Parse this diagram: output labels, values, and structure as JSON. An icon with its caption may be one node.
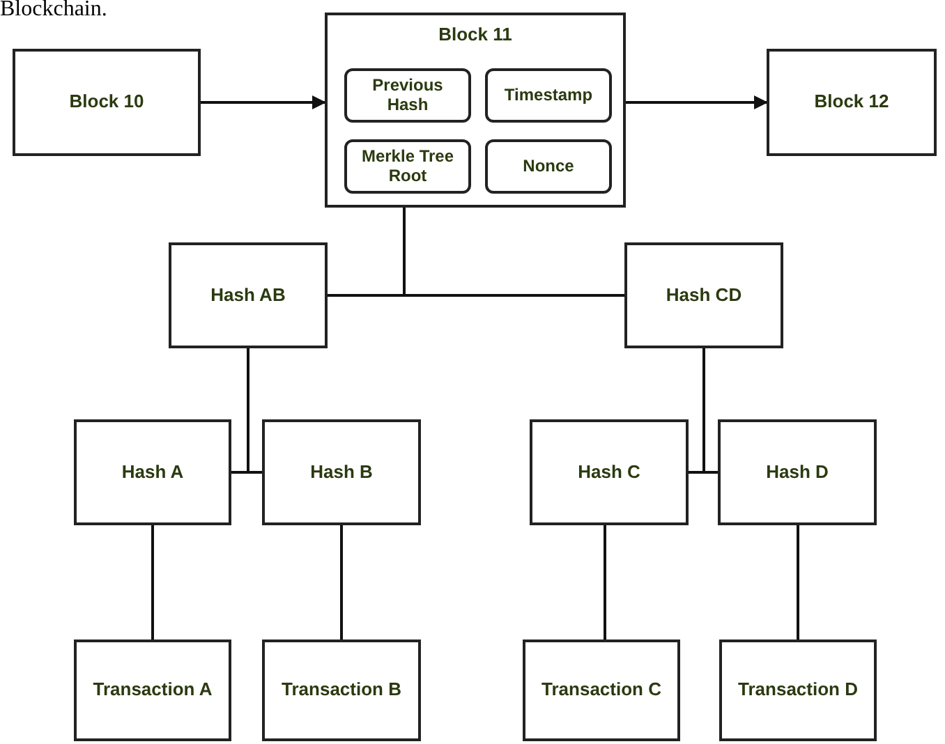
{
  "diagram": {
    "nodes": [
      {
        "text": [
          "Block 10"
        ]
      },
      {
        "text": [
          "Block 11"
        ]
      },
      {
        "text": [
          "Previous Hash"
        ],
        "in": 1
      },
      {
        "text": [
          "Timestamp"
        ],
        "in": 1
      },
      {
        "text": [
          "Merkle Tree Root"
        ],
        "in": 1
      },
      {
        "text": [
          "Nonce"
        ],
        "in": 1
      },
      {
        "text": [
          "Block 12"
        ]
      },
      {
        "text": [
          "Hash AB"
        ]
      },
      {
        "text": [
          "Hash CD"
        ]
      },
      {
        "text": [
          "Hash A"
        ]
      },
      {
        "text": [
          "Hash B"
        ]
      },
      {
        "text": [
          "Hash C"
        ]
      },
      {
        "text": [
          "Hash D"
        ]
      },
      {
        "text": [
          "Transaction A"
        ]
      },
      {
        "text": [
          "Transaction B"
        ]
      },
      {
        "text": [
          "Transaction C"
        ]
      },
      {
        "text": [
          "Transaction D"
        ]
      }
    ],
    "edges": [
      {
        "from": 0,
        "to": 1,
        "arrow": "to"
      },
      {
        "from": 1,
        "to": 6,
        "arrow": "to"
      },
      {
        "from": 4,
        "to": 7,
        "arrow": "none"
      },
      {
        "from": 4,
        "to": 8,
        "arrow": "none"
      },
      {
        "from": 7,
        "to": 9,
        "arrow": "none"
      },
      {
        "from": 7,
        "to": 10,
        "arrow": "none"
      },
      {
        "from": 8,
        "to": 11,
        "arrow": "none"
      },
      {
        "from": 8,
        "to": 12,
        "arrow": "none"
      },
      {
        "from": 9,
        "to": 13,
        "arrow": "none"
      },
      {
        "from": 10,
        "to": 14,
        "arrow": "none"
      },
      {
        "from": 11,
        "to": 15,
        "arrow": "none"
      },
      {
        "from": 12,
        "to": 16,
        "arrow": "none"
      }
    ],
    "labels": [
      "Blockchain."
    ]
  }
}
